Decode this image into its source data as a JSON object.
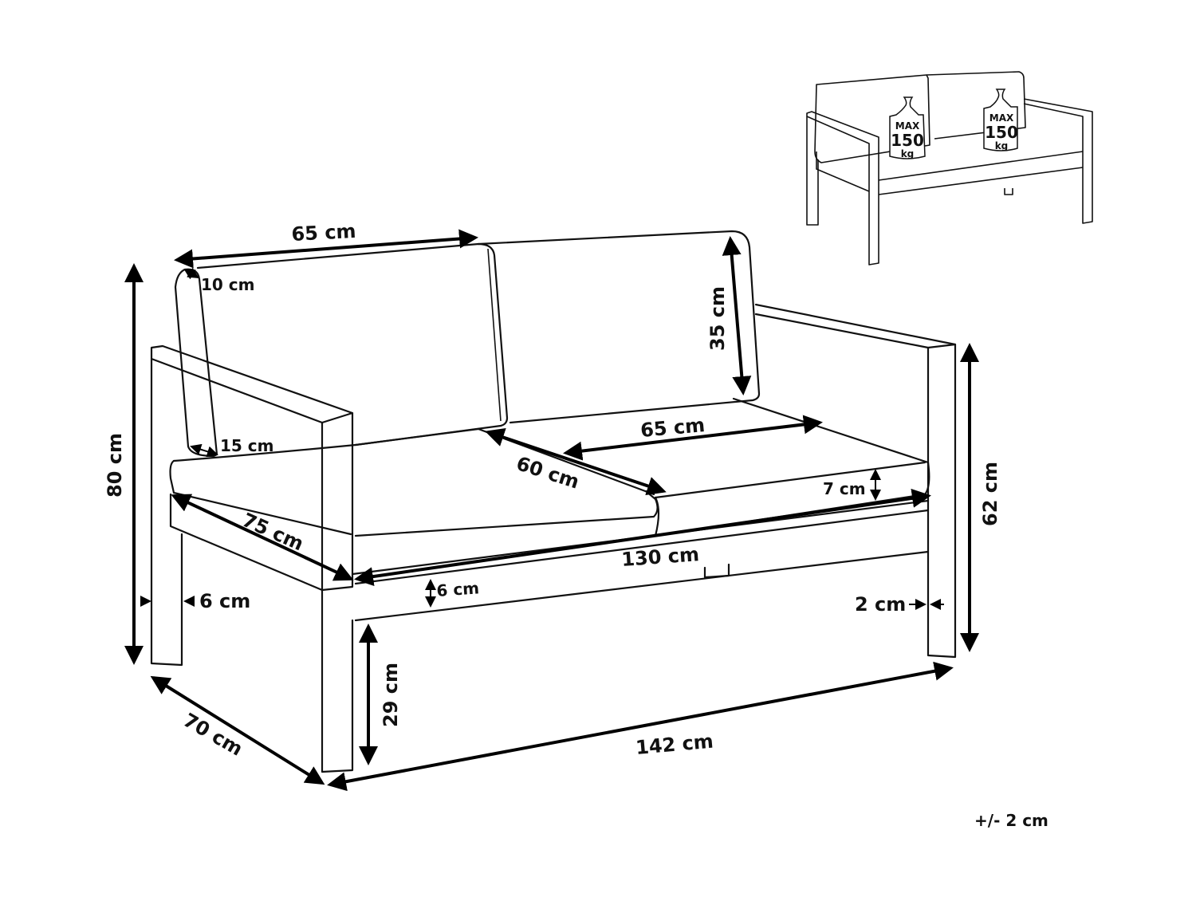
{
  "diagram": {
    "subject": "Two-seater outdoor sofa dimension drawing",
    "dimensions": {
      "backrest_width": "65 cm",
      "backrest_depth": "10 cm",
      "backrest_height": "35 cm",
      "armrest_width": "15 cm",
      "seat_width": "65 cm",
      "seat_depth": "60 cm",
      "cushion_thickness": "7 cm",
      "side_depth": "75 cm",
      "inner_width": "130 cm",
      "frame_height": "6 cm",
      "leg_width": "6 cm",
      "leg_offset": "2 cm",
      "total_height": "80 cm",
      "armrest_height": "62 cm",
      "ground_clearance": "29 cm",
      "total_depth": "70 cm",
      "total_width": "142 cm"
    },
    "max_load": {
      "label": "MAX",
      "value": "150",
      "unit": "kg",
      "seats": 2
    },
    "tolerance": "+/- 2 cm"
  }
}
